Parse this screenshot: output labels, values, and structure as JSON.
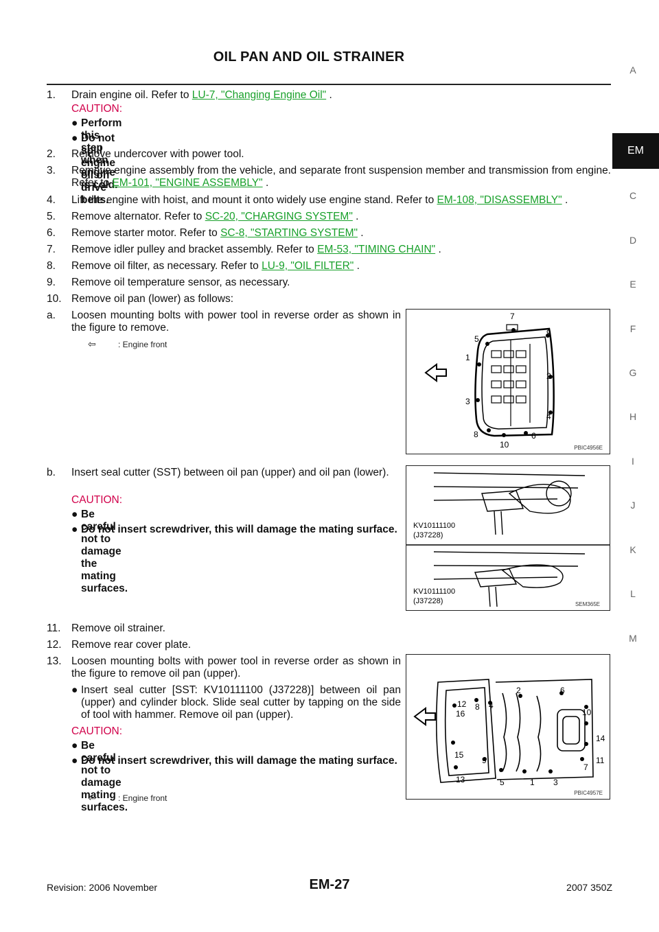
{
  "header": {
    "title": "OIL PAN AND OIL STRAINER"
  },
  "tabs": [
    "A",
    "EM",
    "C",
    "D",
    "E",
    "F",
    "G",
    "H",
    "I",
    "J",
    "K",
    "L",
    "M"
  ],
  "steps": {
    "s1": {
      "num": "1.",
      "text": "Drain engine oil. Refer to ",
      "link": "LU-7, \"Changing Engine Oil\"",
      "after": " ."
    },
    "s1_caution": "CAUTION:",
    "s1_b1": "Perform this step when engine is cold.",
    "s1_b2": "Do not spill engine oil on drive belts.",
    "s2": {
      "num": "2.",
      "text": "Remove undercover with power tool."
    },
    "s3": {
      "num": "3.",
      "text": "Remove engine assembly from the vehicle, and separate front suspension member and transmission from engine. Refer to ",
      "link": "EM-101, \"ENGINE ASSEMBLY\"",
      "after": " ."
    },
    "s4": {
      "num": "4.",
      "text": "Lift the engine with hoist, and mount it onto widely use engine stand. Refer to ",
      "link": "EM-108, \"DISASSEMBLY\"",
      "after": " ."
    },
    "s5": {
      "num": "5.",
      "text": "Remove alternator. Refer to ",
      "link": "SC-20, \"CHARGING SYSTEM\"",
      "after": " ."
    },
    "s6": {
      "num": "6.",
      "text": "Remove starter motor. Refer to ",
      "link": "SC-8, \"STARTING SYSTEM\"",
      "after": " ."
    },
    "s7": {
      "num": "7.",
      "text": "Remove idler pulley and bracket assembly. Refer to ",
      "link": "EM-53, \"TIMING CHAIN\"",
      "after": " ."
    },
    "s8": {
      "num": "8.",
      "text": "Remove oil filter, as necessary. Refer to ",
      "link": "LU-9, \"OIL FILTER\"",
      "after": " ."
    },
    "s9": {
      "num": "9.",
      "text": "Remove oil temperature sensor, as necessary."
    },
    "s10": {
      "num": "10.",
      "text": "Remove oil pan (lower) as follows:"
    },
    "s10a": {
      "num": "a.",
      "text": "Loosen mounting bolts with power tool in reverse order as shown in the figure to remove."
    },
    "s10b": {
      "num": "b.",
      "text": "Insert seal cutter (SST) between oil pan (upper) and oil pan (lower)."
    },
    "s10b_caution": "CAUTION:",
    "s10b_b1": "Be careful not to damage the mating surfaces.",
    "s10b_b2": "Do not insert screwdriver, this will damage the mating surface.",
    "s11": {
      "num": "11.",
      "text": "Remove oil strainer."
    },
    "s12": {
      "num": "12.",
      "text": "Remove rear cover plate."
    },
    "s13": {
      "num": "13.",
      "text": "Loosen mounting bolts with power tool in reverse order as shown in the figure to remove oil pan (upper)."
    },
    "s13_b1": "Insert seal cutter [SST: KV10111100 (J37228)] between oil pan (upper) and cylinder block. Slide seal cutter by tapping on the side of  tool with hammer. Remove oil pan (upper).",
    "s13_caution": "CAUTION:",
    "s13_b2": "Be careful not to damage mating surfaces.",
    "s13_b3": "Do not insert screwdriver, this will damage the mating surface."
  },
  "legend": {
    "arrow": "⇦",
    "engine_front": ": Engine front"
  },
  "figure1": {
    "code": "PBIC4956E",
    "labels": [
      "7",
      "5",
      "9",
      "1",
      "2",
      "3",
      "4",
      "8",
      "6",
      "10"
    ]
  },
  "figure2": {
    "code": "SEM365E",
    "tool_top": "KV10111100",
    "tool_top2": "(J37228)",
    "tool_bot": "KV10111100",
    "tool_bot2": "(J37228)"
  },
  "figure3": {
    "code": "PBIC4957E",
    "labels": [
      "2",
      "6",
      "12",
      "8",
      "4",
      "16",
      "10",
      "14",
      "11",
      "15",
      "9",
      "7",
      "13",
      "5",
      "1",
      "3"
    ]
  },
  "footer": {
    "revision": "Revision: 2006 November",
    "page": "EM-27",
    "model": "2007 350Z"
  }
}
